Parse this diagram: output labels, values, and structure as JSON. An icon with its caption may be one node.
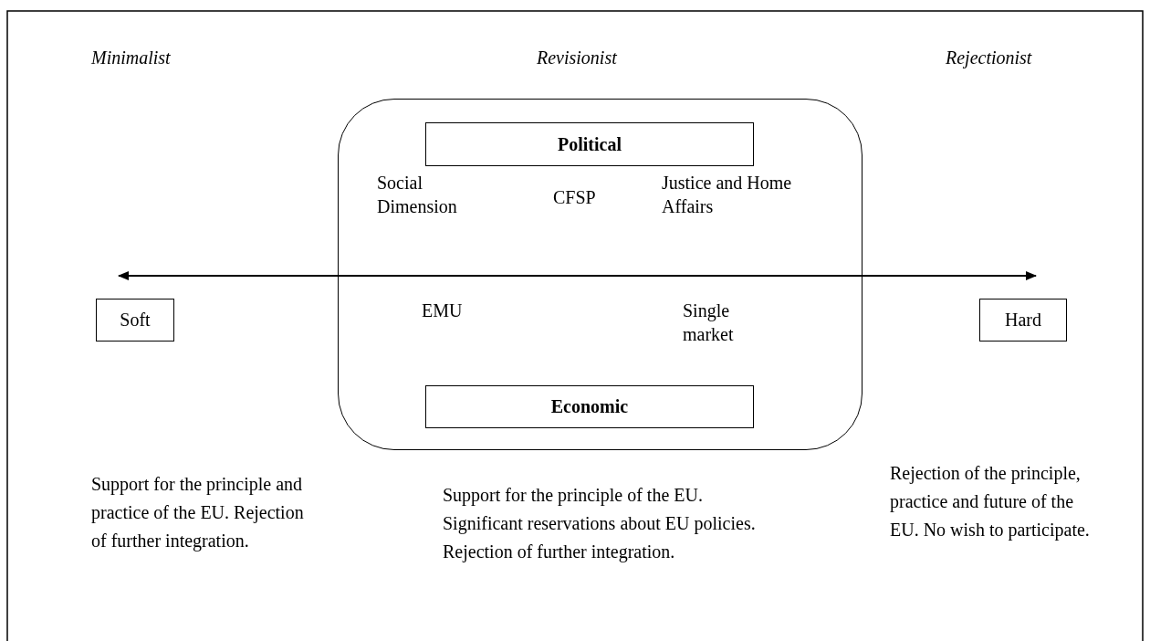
{
  "diagram": {
    "nodes": [
      {
        "text": [],
        "shape": "box"
      },
      {
        "text": [
          "Political"
        ],
        "in": 0
      },
      {
        "text": [
          "Economic"
        ],
        "in": 0
      },
      {
        "text": [
          "Soft"
        ]
      },
      {
        "text": [
          "Hard"
        ]
      }
    ],
    "edges": [
      {
        "from": 3,
        "to": 4,
        "arrow": "both"
      }
    ],
    "labels": [
      "Minimalist",
      "Revisionist",
      "Rejectionist",
      "Social Dimension",
      "CFSP",
      "Justice and Home Affairs",
      "EMU",
      "Single market",
      "Support for the principle and practice of the EU. Rejection of further integration.",
      "Support for the principle of the EU. Significant reservations about EU policies. Rejection of further integration.",
      "Rejection of the principle, practice and future of the EU. No wish to participate."
    ]
  }
}
